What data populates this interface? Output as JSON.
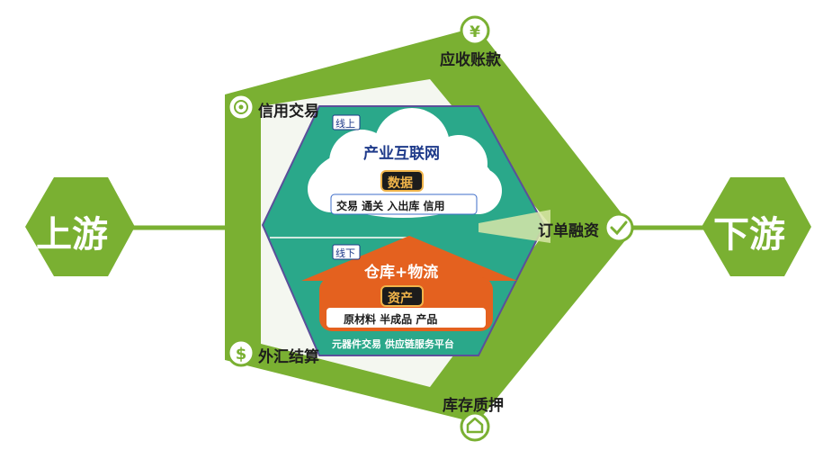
{
  "colors": {
    "green": "#7ab032",
    "teal": "#2aa88a",
    "orange": "#e4611f",
    "navy": "#1e3a8a",
    "gold": "#f0b44a"
  },
  "nodes": {
    "upstream": "上游",
    "downstream": "下游"
  },
  "services": {
    "receivables": "应收账款",
    "credit_trade": "信用交易",
    "order_financing": "订单融资",
    "fx_settlement": "外汇结算",
    "inventory_pledge": "库存质押"
  },
  "online": {
    "tag": "线上",
    "title": "产业互联网",
    "badge": "数据",
    "items": "交易  通关  入出库  信用"
  },
  "offline": {
    "tag": "线下",
    "title": "仓库+物流",
    "badge": "资产",
    "items": "原材料  半成品  产品"
  },
  "platform": "元器件交易 供应链服务平台",
  "icons": {
    "receivables": "yen-icon",
    "credit_trade": "coin-icon",
    "order_financing": "check-icon",
    "fx_settlement": "dollar-icon",
    "inventory_pledge": "house-icon"
  }
}
